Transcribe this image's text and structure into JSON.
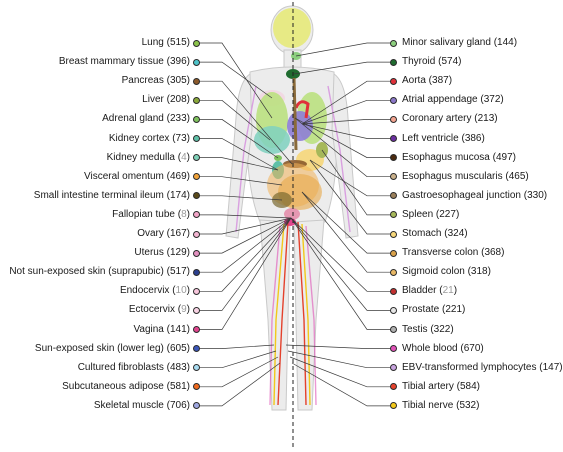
{
  "left_labels": [
    {
      "name": "Lung",
      "count": "515",
      "grey": false,
      "color": "#8bc34a",
      "organ": "lung"
    },
    {
      "name": "Breast mammary tissue",
      "count": "396",
      "grey": false,
      "color": "#4dc3c9",
      "organ": "breast"
    },
    {
      "name": "Pancreas",
      "count": "305",
      "grey": false,
      "color": "#8b5a2b",
      "organ": "pancreas"
    },
    {
      "name": "Liver",
      "count": "208",
      "grey": false,
      "color": "#8aa83a",
      "organ": "liver"
    },
    {
      "name": "Adrenal gland",
      "count": "233",
      "grey": false,
      "color": "#7fc25e",
      "organ": "adrenal"
    },
    {
      "name": "Kidney cortex",
      "count": "73",
      "grey": false,
      "color": "#5fc0a8",
      "organ": "kidney"
    },
    {
      "name": "Kidney medulla",
      "count": "4",
      "grey": true,
      "color": "#7fd1b9",
      "organ": "kidney"
    },
    {
      "name": "Visceral omentum",
      "count": "469",
      "grey": false,
      "color": "#f2a33a",
      "organ": "omentum"
    },
    {
      "name": "Small intestine terminal ileum",
      "count": "174",
      "grey": false,
      "color": "#5a4a1a",
      "organ": "ileum"
    },
    {
      "name": "Fallopian tube",
      "count": "8",
      "grey": true,
      "color": "#f3a6c8",
      "organ": "pelvis"
    },
    {
      "name": "Ovary",
      "count": "167",
      "grey": false,
      "color": "#f4b6d2",
      "organ": "pelvis"
    },
    {
      "name": "Uterus",
      "count": "129",
      "grey": false,
      "color": "#e391c0",
      "organ": "pelvis"
    },
    {
      "name": "Not sun-exposed skin (suprapubic)",
      "count": "517",
      "grey": false,
      "color": "#2b3f8f",
      "organ": "pelvis"
    },
    {
      "name": "Endocervix",
      "count": "10",
      "grey": true,
      "color": "#f7c6dc",
      "organ": "pelvis"
    },
    {
      "name": "Ectocervix",
      "count": "9",
      "grey": true,
      "color": "#f9d3e4",
      "organ": "pelvis"
    },
    {
      "name": "Vagina",
      "count": "141",
      "grey": false,
      "color": "#e0458e",
      "organ": "pelvis"
    },
    {
      "name": "Sun-exposed skin (lower leg)",
      "count": "605",
      "grey": false,
      "color": "#3b56b8",
      "organ": "leg"
    },
    {
      "name": "Cultured fibroblasts",
      "count": "483",
      "grey": false,
      "color": "#a9dcf2",
      "organ": "leg"
    },
    {
      "name": "Subcutaneous adipose",
      "count": "581",
      "grey": false,
      "color": "#f06a1f",
      "organ": "leg"
    },
    {
      "name": "Skeletal muscle",
      "count": "706",
      "grey": false,
      "color": "#9fa7e0",
      "organ": "leg"
    }
  ],
  "right_labels": [
    {
      "name": "Minor salivary gland",
      "count": "144",
      "grey": false,
      "color": "#8ccf7e",
      "organ": "salivary"
    },
    {
      "name": "Thyroid",
      "count": "574",
      "grey": false,
      "color": "#1f6b2f",
      "organ": "thyroid"
    },
    {
      "name": "Aorta",
      "count": "387",
      "grey": false,
      "color": "#e0303a",
      "organ": "heart"
    },
    {
      "name": "Atrial appendage",
      "count": "372",
      "grey": false,
      "color": "#8a76c7",
      "organ": "heart"
    },
    {
      "name": "Coronary artery",
      "count": "213",
      "grey": false,
      "color": "#f3a38f",
      "organ": "heart"
    },
    {
      "name": "Left ventricle",
      "count": "386",
      "grey": false,
      "color": "#6b2fa0",
      "organ": "heart"
    },
    {
      "name": "Esophagus mucosa",
      "count": "497",
      "grey": false,
      "color": "#4a2a0f",
      "organ": "esophagus"
    },
    {
      "name": "Esophagus muscularis",
      "count": "465",
      "grey": false,
      "color": "#c9b08a",
      "organ": "esophagus"
    },
    {
      "name": "Gastroesophageal junction",
      "count": "330",
      "grey": false,
      "color": "#9a7f5a",
      "organ": "stomach"
    },
    {
      "name": "Spleen",
      "count": "227",
      "grey": false,
      "color": "#a6b85a",
      "organ": "spleen"
    },
    {
      "name": "Stomach",
      "count": "324",
      "grey": false,
      "color": "#f6d77a",
      "organ": "stomach"
    },
    {
      "name": "Transverse colon",
      "count": "368",
      "grey": false,
      "color": "#d9a14a",
      "organ": "colon"
    },
    {
      "name": "Sigmoid colon",
      "count": "318",
      "grey": false,
      "color": "#e8b866",
      "organ": "colon"
    },
    {
      "name": "Bladder",
      "count": "21",
      "grey": true,
      "color": "#c23030",
      "organ": "pelvis"
    },
    {
      "name": "Prostate",
      "count": "221",
      "grey": false,
      "color": "#e6e6e6",
      "organ": "pelvis"
    },
    {
      "name": "Testis",
      "count": "322",
      "grey": false,
      "color": "#b0b0b0",
      "organ": "pelvis"
    },
    {
      "name": "Whole blood",
      "count": "670",
      "grey": false,
      "color": "#e052b8",
      "organ": "leg"
    },
    {
      "name": "EBV-transformed lymphocytes",
      "count": "147",
      "grey": false,
      "color": "#c7a3de",
      "organ": "leg"
    },
    {
      "name": "Tibial artery",
      "count": "584",
      "grey": false,
      "color": "#e4412c",
      "organ": "leg"
    },
    {
      "name": "Tibial nerve",
      "count": "532",
      "grey": false,
      "color": "#f2c81a",
      "organ": "leg"
    }
  ]
}
